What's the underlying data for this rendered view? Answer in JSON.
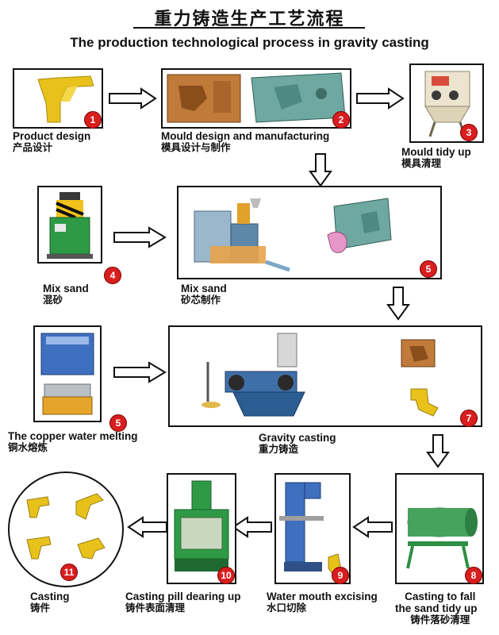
{
  "title_zh": "重力铸造生产工艺流程",
  "title_en": "The production technological process in gravity casting",
  "steps": [
    {
      "num": "1",
      "en": "Product design",
      "zh": "产品设计"
    },
    {
      "num": "2",
      "en": "Mould  design and manufacturing",
      "zh": "模具设计与制作"
    },
    {
      "num": "3",
      "en": "Mould  tidy up",
      "zh": "模具清理"
    },
    {
      "num": "4",
      "en": "Mix sand",
      "zh": "混砂"
    },
    {
      "num": "5",
      "en": "Mix sand",
      "zh": "砂芯制作"
    },
    {
      "num": "5",
      "en": "The copper water melting",
      "zh": "铜水熔炼"
    },
    {
      "num": "7",
      "en": "Gravity casting",
      "zh": "重力铸造"
    },
    {
      "num": "8",
      "en_line1": "Casting to fall",
      "en_line2": "the sand tidy up",
      "zh": "铸件落砂清理"
    },
    {
      "num": "9",
      "en": "Water mouth excising",
      "zh": "水口切除"
    },
    {
      "num": "10",
      "en": "Casting pill dearing up",
      "zh": "铸件表面清理"
    },
    {
      "num": "11",
      "en": "Casting",
      "zh": "铸件"
    }
  ],
  "colors": {
    "badge": "#d81e1e",
    "casting_gold": "#e8c21a",
    "machine_green": "#2e9a45",
    "mould_copper": "#c07a3a",
    "mould_teal": "#6fa8a0"
  }
}
